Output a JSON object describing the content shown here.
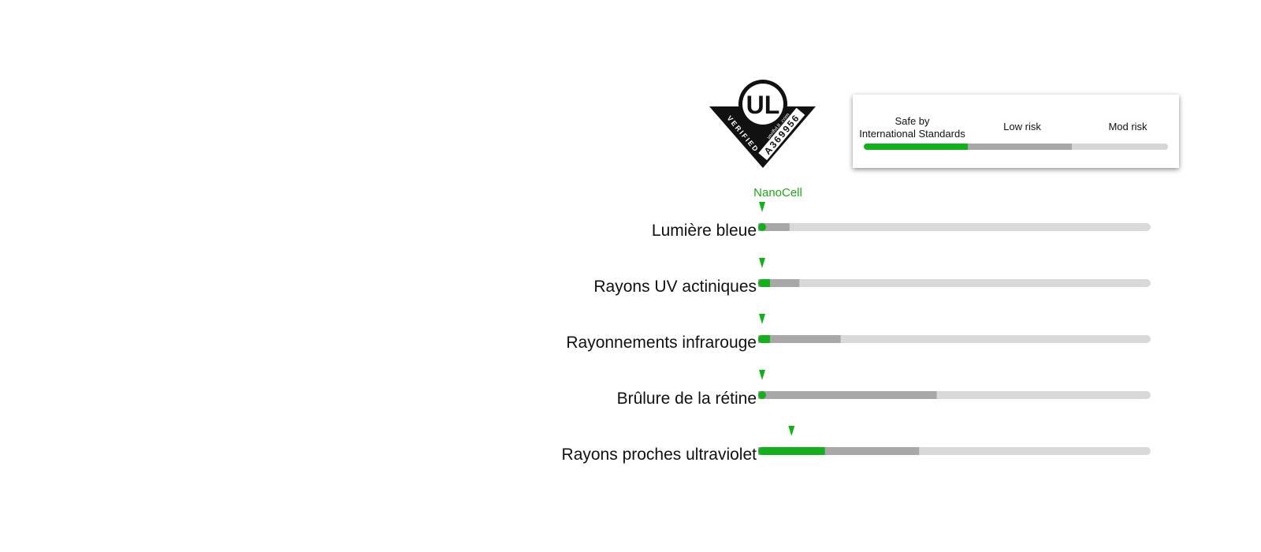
{
  "badge": {
    "logo": "UL",
    "text_left": "VERIFIED",
    "text_right": "verifyUL.com",
    "code": "A369956"
  },
  "legend": {
    "items": [
      {
        "label": "Safe by\nInternational Standards",
        "color": "#12b01a"
      },
      {
        "label": "Low risk",
        "color": "#a8a8a8"
      },
      {
        "label": "Mod risk",
        "color": "#d6d6d6"
      }
    ]
  },
  "chart_data": {
    "type": "bar",
    "series_name": "NanoCell",
    "colors": {
      "safe": "#12b01a",
      "low": "#a8a8a8",
      "mod": "#d9d9d9",
      "marker": "#12b01a"
    },
    "categories": [
      "Lumière bleue",
      "Rayons UV actiniques",
      "Rayonnements infrarouge",
      "Brûlure de la rétine",
      "Rayons proches ultraviolet"
    ],
    "safe_end": [
      0.02,
      0.03,
      0.03,
      0.02,
      0.17
    ],
    "low_end": [
      0.08,
      0.105,
      0.21,
      0.455,
      0.41
    ],
    "nanocell": [
      0.01,
      0.01,
      0.01,
      0.01,
      0.085
    ],
    "xlim": [
      0,
      1
    ]
  }
}
